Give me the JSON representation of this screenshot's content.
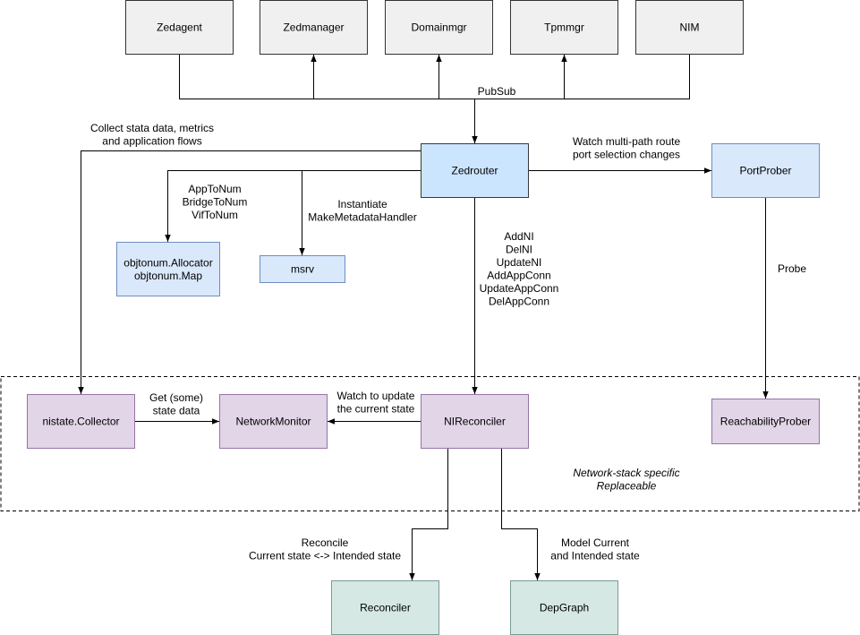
{
  "diagram": {
    "nodes": {
      "zedagent": {
        "label": [
          "Zedagent"
        ]
      },
      "zedmanager": {
        "label": [
          "Zedmanager"
        ]
      },
      "domainmgr": {
        "label": [
          "Domainmgr"
        ]
      },
      "tpmmgr": {
        "label": [
          "Tpmmgr"
        ]
      },
      "nim": {
        "label": [
          "NIM"
        ]
      },
      "zedrouter": {
        "label": [
          "Zedrouter"
        ]
      },
      "portprober": {
        "label": [
          "PortProber"
        ]
      },
      "objtonum": {
        "label": [
          "objtonum.Allocator",
          "objtonum.Map"
        ]
      },
      "msrv": {
        "label": [
          "msrv"
        ]
      },
      "nistate_collector": {
        "label": [
          "nistate.Collector"
        ]
      },
      "networkmonitor": {
        "label": [
          "NetworkMonitor"
        ]
      },
      "nireconciler": {
        "label": [
          "NIReconciler"
        ]
      },
      "reachabilityprober": {
        "label": [
          "ReachabilityProber"
        ]
      },
      "reconciler": {
        "label": [
          "Reconciler"
        ]
      },
      "depgraph": {
        "label": [
          "DepGraph"
        ]
      }
    },
    "edge_labels": {
      "pubsub": [
        "PubSub"
      ],
      "collect": [
        "Collect stata data, metrics",
        "and application flows"
      ],
      "watch_route": [
        "Watch multi-path route",
        "port selection changes"
      ],
      "apptonum": [
        "AppToNum",
        "BridgeToNum",
        "VifToNum"
      ],
      "instantiate": [
        "Instantiate",
        "MakeMetadataHandler"
      ],
      "ni_ops": [
        "AddNI",
        "DelNI",
        "UpdateNI",
        "AddAppConn",
        "UpdateAppConn",
        "DelAppConn"
      ],
      "probe": [
        "Probe"
      ],
      "get_state": [
        "Get (some)",
        "state data"
      ],
      "watch_update": [
        "Watch to update",
        "the current state"
      ],
      "reconcile": [
        "Reconcile",
        "Current state <-> Intended state"
      ],
      "model": [
        "Model Current",
        "and Intended state"
      ]
    },
    "region_label": [
      "Network-stack specific",
      "Replaceable"
    ],
    "colors": {
      "gray_fill": "#f0f0f0",
      "gray_stroke": "#333333",
      "blue_fill": "#cce5ff",
      "blue_stroke": "#36393d",
      "lightblue_fill": "#dae8fc",
      "lightblue_stroke": "#6c8ebf",
      "purple_fill": "#e1d5e7",
      "purple_stroke": "#9673a6",
      "teal_fill": "#d5e8e4",
      "teal_stroke": "#7a9a96",
      "edge": "#000000"
    }
  }
}
